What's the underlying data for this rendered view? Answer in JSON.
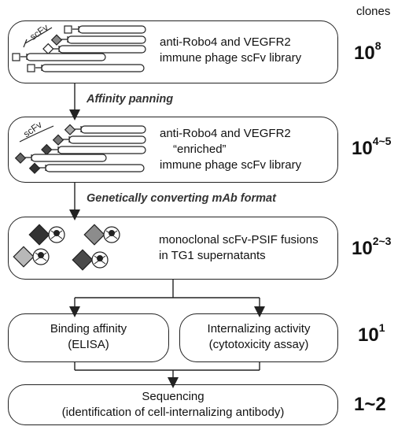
{
  "header": {
    "clones_label": "clones"
  },
  "boxes": {
    "library": {
      "line1": "anti-Robo4 and VEGFR2",
      "line2": "immune phage scFv library",
      "scfv_label": "scFv",
      "count_base": "10",
      "count_exp": "8"
    },
    "enriched": {
      "line1": "anti-Robo4 and VEGFR2",
      "line2": "“enriched”",
      "line3": "immune phage scFv library",
      "scfv_label": "scFv",
      "count_base": "10",
      "count_exp": "4~5"
    },
    "fusions": {
      "line1": "monoclonal scFv-PSIF fusions",
      "line2": "in TG1 supernatants",
      "count_base": "10",
      "count_exp": "2~3"
    },
    "binding": {
      "line1": "Binding affinity",
      "line2": "(ELISA)"
    },
    "internalizing": {
      "line1": "Internalizing activity",
      "line2": "(cytotoxicity assay)",
      "count_base": "10",
      "count_exp": "1"
    },
    "sequencing": {
      "line1": "Sequencing",
      "line2": "(identification of cell-internalizing antibody)",
      "count_text": "1~2"
    }
  },
  "steps": {
    "panning": "Affinity panning",
    "converting": "Genetically converting mAb format"
  },
  "colors": {
    "outline": "#222222",
    "dark_gray": "#4a4a4a",
    "mid_gray": "#8c8c8c",
    "light_gray": "#b8b8b8",
    "white": "#ffffff"
  }
}
